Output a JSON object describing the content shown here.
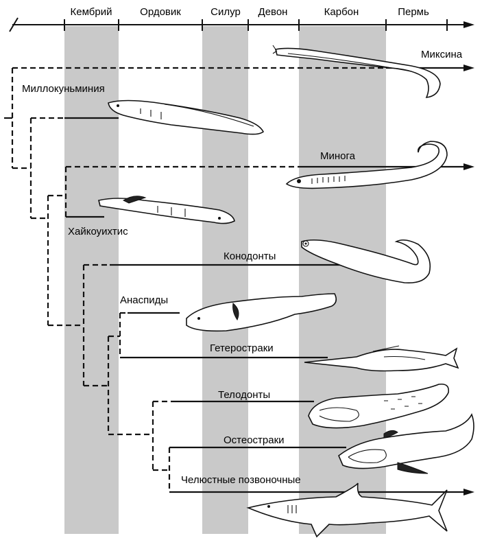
{
  "timeline": {
    "periods": [
      "Кембрий",
      "Ордовик",
      "Силур",
      "Девон",
      "Карбон",
      "Пермь"
    ]
  },
  "taxa": {
    "myxine": "Миксина",
    "myllokunmingia": "Миллокуньминия",
    "lamprey": "Минога",
    "haikouichthys": "Хайкоуихтис",
    "conodonts": "Конодонты",
    "anaspids": "Анаспиды",
    "heterostraci": "Гетеростраки",
    "thelodonts": "Телодонты",
    "osteostraci": "Остеостраки",
    "gnathostomes": "Челюстные позвоночные"
  }
}
